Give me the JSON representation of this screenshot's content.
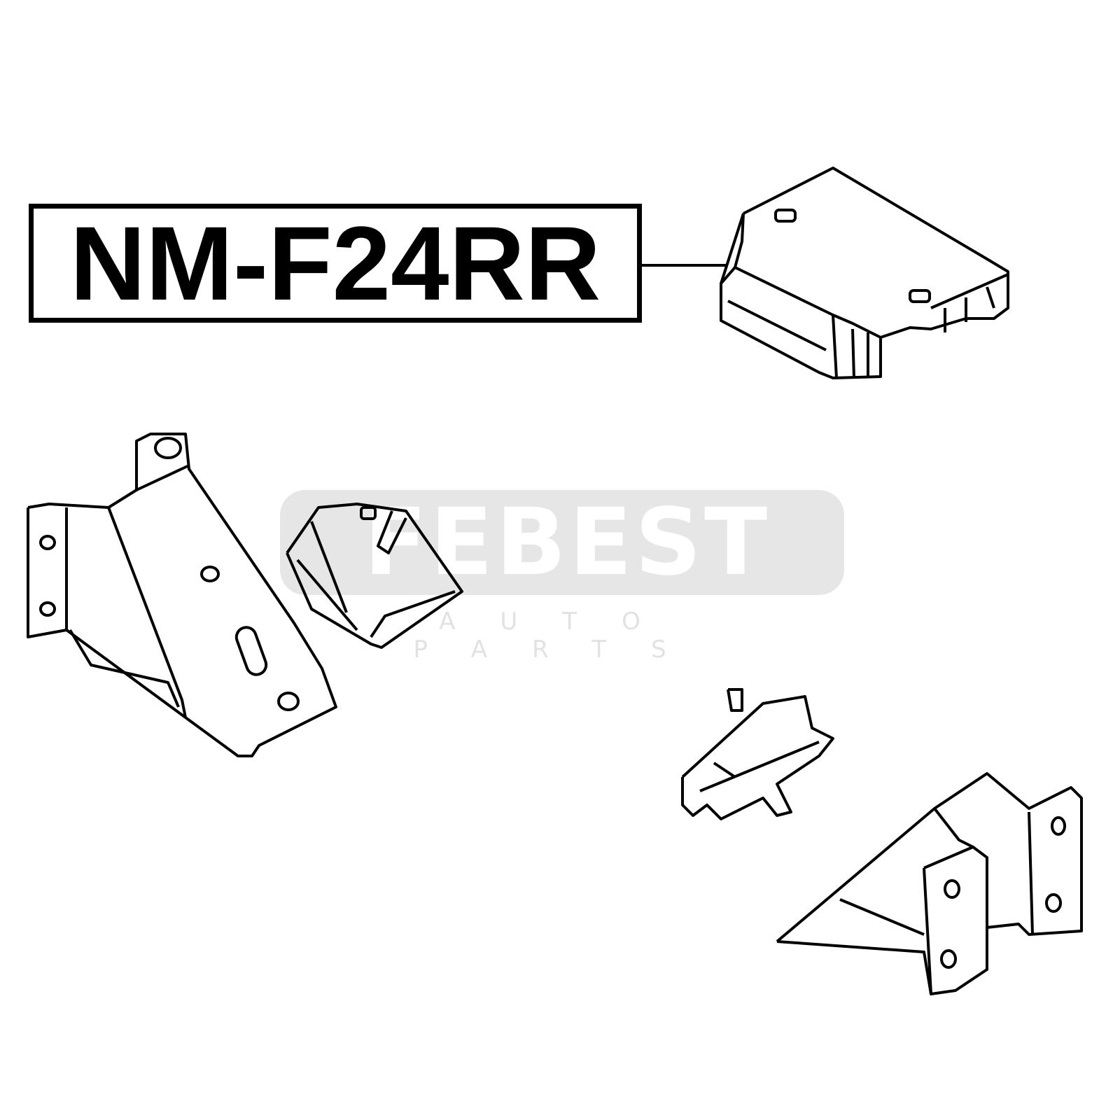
{
  "part_number": "NM-F24RR",
  "watermark": {
    "brand": "FEBEST",
    "subtitle": "AUTO PARTS"
  },
  "colors": {
    "line": "#000000",
    "watermark_bg": "#e6e6e6"
  }
}
